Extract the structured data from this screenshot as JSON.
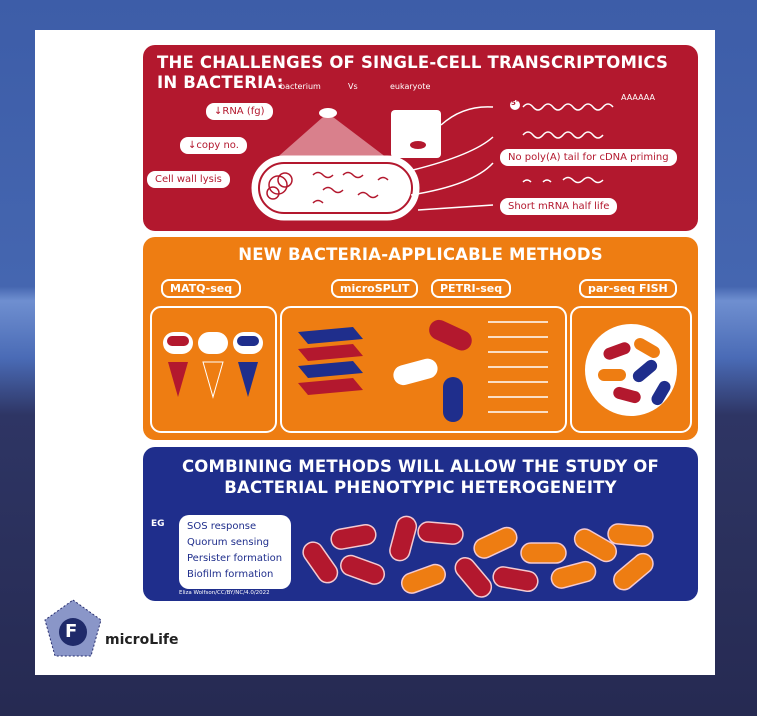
{
  "panel1": {
    "title_line1": "THE CHALLENGES OF SINGLE-CELL TRANSCRIPTOMICS",
    "title_line2": "IN BACTERIA:",
    "label_bacterium": "bacterium",
    "label_vs": "Vs",
    "label_eukaryote": "eukaryote",
    "challenges": [
      "↓RNA (fg)",
      "↓copy no.",
      "Cell wall lysis"
    ],
    "five_prime": "5'",
    "polyA": "AAAAAA",
    "notes": [
      "No poly(A) tail for cDNA priming",
      "Short mRNA half life"
    ],
    "color": "#b3182e"
  },
  "panel2": {
    "title": "NEW BACTERIA-APPLICABLE METHODS",
    "methods": [
      "MATQ-seq",
      "microSPLIT",
      "PETRI-seq",
      "par-seq FISH"
    ],
    "color": "#ee7d12"
  },
  "panel3": {
    "title_line1": "COMBINING METHODS WILL ALLOW THE STUDY OF",
    "title_line2": "BACTERIAL PHENOTYPIC HETEROGENEITY",
    "eg": "EG",
    "examples": [
      "SOS response",
      "Quorum sensing",
      "Persister formation",
      "Biofilm formation"
    ],
    "credit": "Eliza Wolfson/CC/BY/NC/4.0/2022",
    "color": "#1f2e8c"
  },
  "logo": {
    "letter": "F",
    "name": "microLife"
  }
}
